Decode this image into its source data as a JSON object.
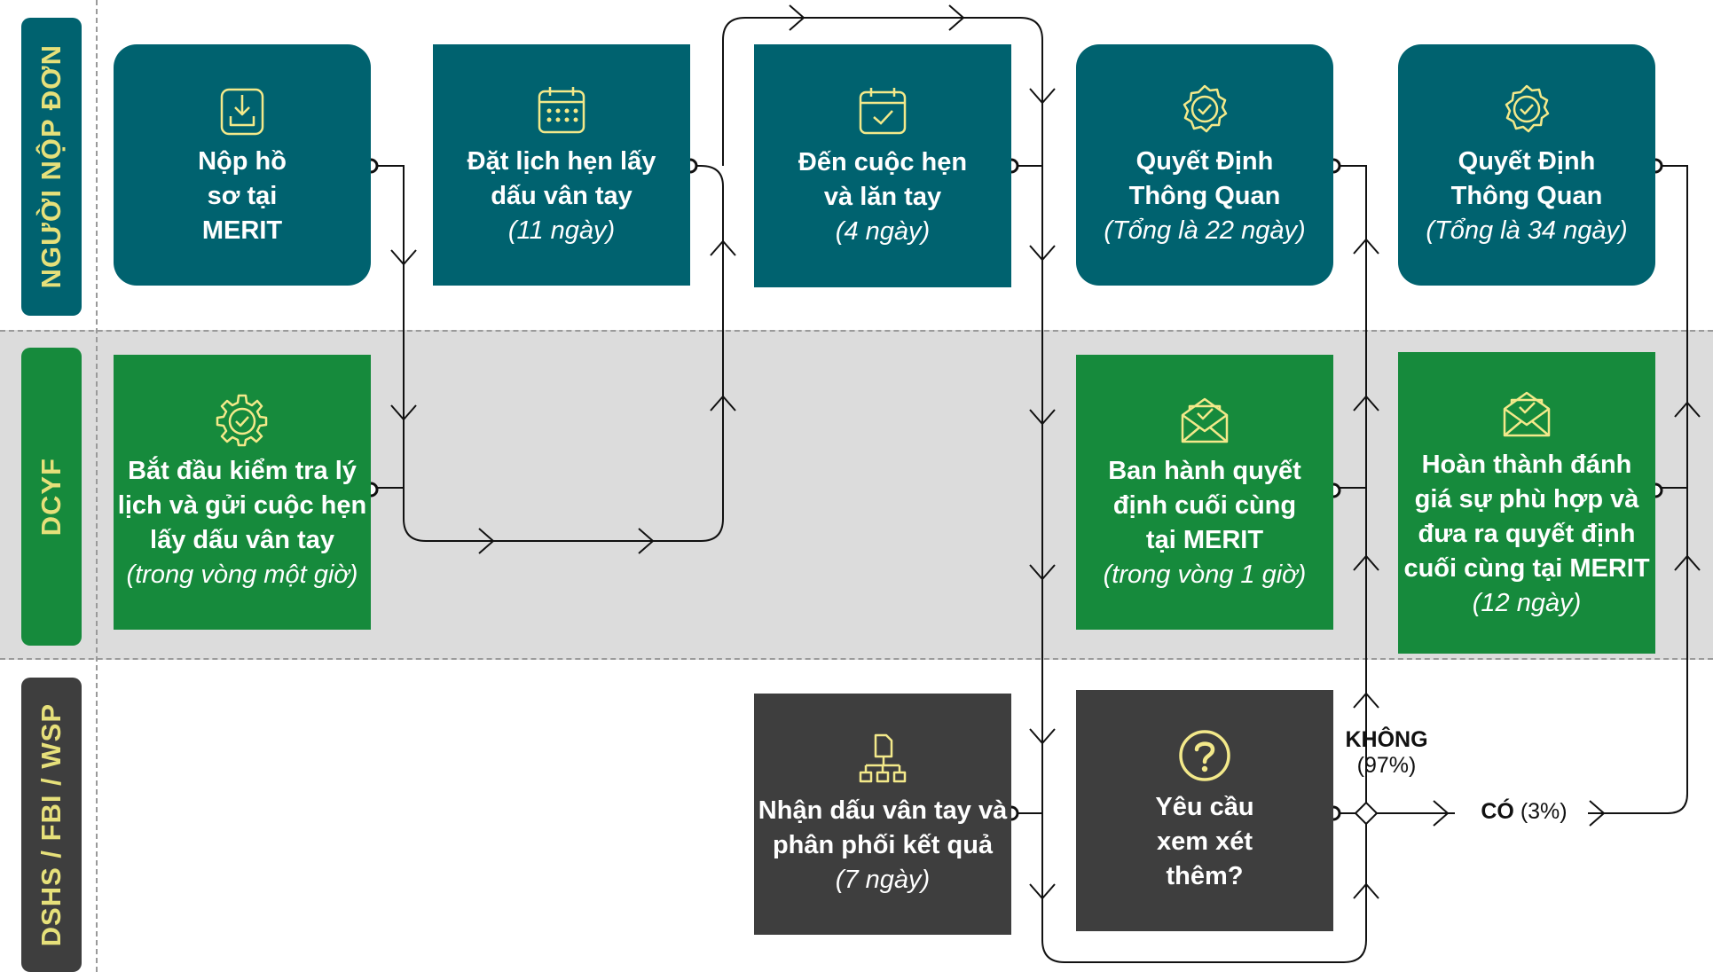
{
  "lanes": [
    {
      "label": "NGƯỜI NỘP ĐƠN",
      "bg": "#00626f",
      "fg": "#e6e07a"
    },
    {
      "label": "DCYF",
      "bg": "#168a3c",
      "fg": "#e6e07a"
    },
    {
      "label": "DSHS / FBI / WSP",
      "bg": "#3e3e3e",
      "fg": "#e6e07a"
    }
  ],
  "nodes": {
    "submit": {
      "icon": "download-document-icon",
      "title": "Nộp hồ\nsơ tại\nMERIT",
      "sub": ""
    },
    "schedule": {
      "icon": "calendar-icon",
      "title": "Đặt lịch hẹn lấy\ndấu vân tay",
      "sub": "(11 ngày)"
    },
    "appointment": {
      "icon": "calendar-check-icon",
      "title": "Đến cuộc hẹn\nvà lăn tay",
      "sub": "(4 ngày)"
    },
    "clearance22": {
      "icon": "badge-check-icon",
      "title": "Quyết Định\nThông Quan",
      "sub": "(Tổng là 22 ngày)"
    },
    "clearance34": {
      "icon": "badge-check-icon",
      "title": "Quyết Định\nThông Quan",
      "sub": "(Tổng là 34 ngày)"
    },
    "start_check": {
      "icon": "gear-check-icon",
      "title": "Bắt đầu kiểm tra lý\nlịch và gửi cuộc hẹn\nlấy dấu vân tay",
      "sub": "(trong vòng một giờ)"
    },
    "issue_final": {
      "icon": "envelope-check-icon",
      "title": "Ban hành quyết\nđịnh cuối cùng\ntại MERIT",
      "sub": "(trong vòng 1 giờ)"
    },
    "complete_eval": {
      "icon": "envelope-check-icon",
      "title": "Hoàn thành đánh\ngiá sự phù hợp và\nđưa ra quyết định\ncuối cùng tại MERIT",
      "sub": "(12 ngày)"
    },
    "receive": {
      "icon": "document-hierarchy-icon",
      "title": "Nhận dấu vân tay và\nphân phối kết quả",
      "sub": "(7 ngày)"
    },
    "review": {
      "icon": "question-icon",
      "title": "Yêu cầu\nxem xét\nthêm?",
      "sub": ""
    }
  },
  "branches": {
    "no_label": "KHÔNG",
    "no_pct": "(97%)",
    "yes_label": "CÓ",
    "yes_pct": "(3%)"
  },
  "colors": {
    "teal": "#00626f",
    "green": "#168a3c",
    "dark": "#3e3e3e",
    "icon_yellow": "#f3e98a"
  }
}
